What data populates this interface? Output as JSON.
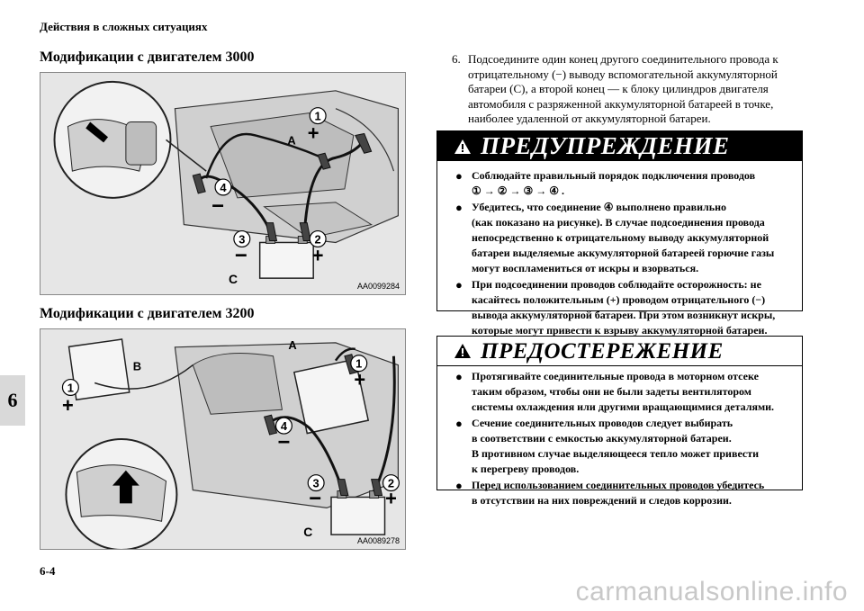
{
  "header": {
    "section_title": "Действия в сложных ситуациях"
  },
  "chapter_tab": "6",
  "page_number": "6-4",
  "watermark": "carmanualsonline.info",
  "left": {
    "heading_3000": "Модификации с двигателем 3000",
    "figure_3000": {
      "code": "AA0099284",
      "labels": {
        "one": "1",
        "two": "2",
        "three": "3",
        "four": "4",
        "A": "A",
        "C": "C",
        "plus": "+",
        "minus": "−"
      }
    },
    "heading_3200": "Модификации с двигателем 3200",
    "figure_3200": {
      "code": "AA0089278",
      "labels": {
        "one": "1",
        "two": "2",
        "three": "3",
        "four": "4",
        "A": "A",
        "B": "B",
        "C": "C",
        "plus": "+",
        "minus": "−"
      }
    }
  },
  "right": {
    "step": {
      "number": "6.",
      "text": "Подсоедините один конец другого соединительного провода к отрицательному (−) выводу вспомогательной аккумуляторной батареи (C), а второй конец — к блоку цилиндров двигателя автомобиля с разряженной аккумуляторной батареей в точке, наиболее удаленной от аккумуляторной батареи."
    },
    "warning": {
      "title": "ПРЕДУПРЕЖДЕНИЕ",
      "bullets": [
        "Соблюдайте правильный порядок подключения проводов\n ① → ② → ③ → ④ .",
        "Убедитесь, что соединение  ④  выполнено правильно\n(как показано на рисунке). В случае подсоединения провода\nнепосредственно к отрицательному выводу аккумуляторной\nбатареи выделяемые аккумуляторной батареей горючие газы\nмогут воспламениться от искры и взорваться.",
        "При подсоединении проводов соблюдайте осторожность: не\nкасайтесь положительным (+) проводом отрицательного (−)\nвывода аккумуляторной батареи. При этом возникнут искры,\nкоторые могут привести к взрыву аккумуляторной батареи."
      ]
    },
    "caution": {
      "title": "ПРЕДОСТЕРЕЖЕНИЕ",
      "bullets": [
        "Протягивайте соединительные провода в моторном отсеке\nтаким образом, чтобы они не были задеты вентилятором\nсистемы охлаждения или другими вращающимися деталями.",
        "Сечение соединительных проводов следует выбирать\nв соответствии с емкостью аккумуляторной батареи.\nВ противном случае выделяющееся тепло может привести\nк перегреву проводов.",
        "Перед использованием соединительных проводов убедитесь\nв отсутствии на них повреждений и следов коррозии."
      ]
    }
  }
}
